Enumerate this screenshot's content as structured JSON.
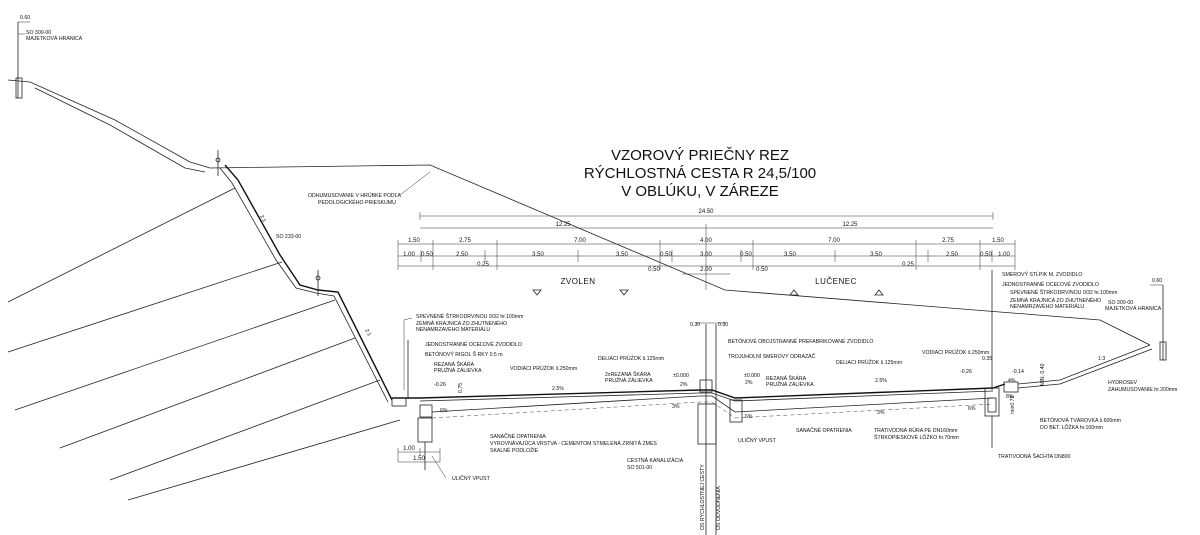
{
  "title": {
    "line1": "VZOROVÝ PRIEČNY REZ",
    "line2": "RÝCHLOSTNÁ CESTA R 24,5/100",
    "line3": "V OBLÚKU, V ZÁREZE"
  },
  "directions": {
    "left": "ZVOLEN",
    "right": "LUČENEC"
  },
  "dimensions": {
    "total": "24.50",
    "half_left": "12.25",
    "half_right": "12.25",
    "row2": [
      "1.50",
      "2.75",
      "7.00",
      "4.00",
      "7.00",
      "2.75",
      "1.50"
    ],
    "row3": [
      "1.00",
      "0.50",
      "2.50",
      "3.50",
      "3.50",
      "0.50",
      "3.00",
      "0.50",
      "3.50",
      "3.50",
      "2.50",
      "0.50",
      "1.00"
    ],
    "small_025_left": "0.25",
    "small_025_right": "0.25",
    "small_050_a": "0.50",
    "small_050_b": "0.50",
    "median_200": "2.00",
    "median_030_a": "0.30",
    "median_030_b": "0.30",
    "left_bottom_100": "1.00",
    "left_bottom_150": "1.50",
    "left_075": "0.75",
    "left_026": "-0.26",
    "right_026": "-0.26",
    "right_035": "0.35",
    "right_014": "-0.14",
    "right_min": "MIN. 0.40",
    "left_top_elev": "0.60",
    "right_top_elev": "0.60",
    "elev_center": "±0.000",
    "elev_center_left": "±0.000",
    "right_078": "min0.78"
  },
  "slopes": {
    "left_cut_upper": "2:1",
    "left_cut_lower": "2:1",
    "right_cut": "1:3",
    "deck_left_1": "2.5%",
    "deck_left_2": "2%",
    "deck_right_1": "2%",
    "deck_right_2": "2.5%",
    "subgrade_left": "6%",
    "subgrade_mid_left": "3%",
    "subgrade_mid_right": "6%",
    "subgrade_right": "3%",
    "subgrade_edge": "6%",
    "right_edge_4": "4%",
    "right_edge_8": "8%"
  },
  "labels": {
    "so_left_code": "SO 300-00",
    "so_left_name": "MAJETKOVÁ HRANICA",
    "so_right_code": "SO 300-00",
    "so_right_name": "MAJETKOVÁ HRANICA",
    "humus_1": "ODHUMUSOVANIE V HRÚBKE PODĽA",
    "humus_2": "PEDOLOGICKÉHO PRIESKUMU",
    "so233": "SO 233-00",
    "l_spevnene": "SPEVNENÉ ŠTRKODRVINOU 0/32 hr.100mm",
    "l_zemna_1": "ZEMNÁ KRAJNICA ZO ZHUTNENÉHO",
    "l_zemna_2": "NENAMRZAVÉHO MATERIÁLU",
    "l_jednostranne": "JEDNOSTRANNÉ OCEĽOVÉ ZVODIDLO",
    "l_rigol": "BETÓNOVÝ RIGOL Š RKY 0.5 m",
    "l_rezana_1": "REZANÁ ŠKÁRA",
    "l_rezana_2": "PRUŽNÁ ZÁLIEVKA",
    "l_vodiaci_left": "VODIACI PRÚŽOK š.250mm",
    "l_deliaci_left": "DELIACI PRÚŽOK š.125mm",
    "l_2x_rezana_1": "2xREZANÁ ŠKÁRA",
    "l_2x_rezana_2": "PRUŽNÁ ZÁLIEVKA",
    "l_betonove_obojstr": "BETÓNOVÉ OBOJSTRANNÉ PREFABRIKOVANÉ ZVODIDLO",
    "l_trojuhelny": "TROJUHOLNÍ SMEROVÝ ODRAZAČ",
    "l_rezana_mid_1": "REZANÁ ŠKÁRA",
    "l_rezana_mid_2": "PRUŽNÁ ZÁLIEVKA",
    "l_deliaci_right": "DELIACI PRÚŽOK š.125mm",
    "l_vodiaci_right": "VODIACI PRÚŽOK š.250mm",
    "l_sanacne_left": "SANAČNÉ OPATRENIA",
    "l_vyrovnavajuca": "VYROVNÁVAJÚCA VRSTVA - CEMENTOM STMELENÁ ZRNITÁ ZMES",
    "l_skalne": "SKALNÉ PODLOŽIE",
    "l_ulicny_left": "ULIČNÝ VPUST",
    "l_cestna_1": "CESTNÁ KANALIZÁCIA",
    "l_cestna_2": "SO 501-00",
    "l_ulicny_mid": "ULIČNÝ VPUST",
    "l_sanacne_right": "SANAČNÉ OPATRENIA",
    "l_trativodna_rura_1": "TRATIVODNÁ RÚRA PE DN160mm",
    "l_trativodna_rura_2": "ŠTRKOPIESKOVÉ LÔŽKO hr.70mm",
    "l_trativodna_sachta": "TRATIVODNÁ ŠACHTA DN800",
    "l_smerovy": "SMEROVÝ STĹPIK M. ZVODIDLO",
    "l_jednostranne_right": "JEDNOSTRANNÉ OCEĽOVÉ ZVODIDLO",
    "l_spevnene_right": "SPEVNENÉ ŠTRKODRVINOU 0/32 hr.100mm",
    "l_zemna_right_1": "ZEMNÁ KRAJNICA ZO ZHUTNENÉHO",
    "l_zemna_right_2": "NENAMRZAVÉHO MATERIÁLU",
    "l_hydroosev_1": "HYDROSEV",
    "l_hydroosev_2": "ZAHUMUSOVANIE hr.200mm",
    "l_tvarovka_1": "BETÓNOVÁ TVÁROVKA š.600mm",
    "l_tvarovka_2": "DO BET. LÔŽKA hr.100mm",
    "l_os_rychlostnej": "OS RÝCHLOSTNEJ CESTY",
    "l_os_odvodnenia": "OS ODVODNENIA"
  }
}
